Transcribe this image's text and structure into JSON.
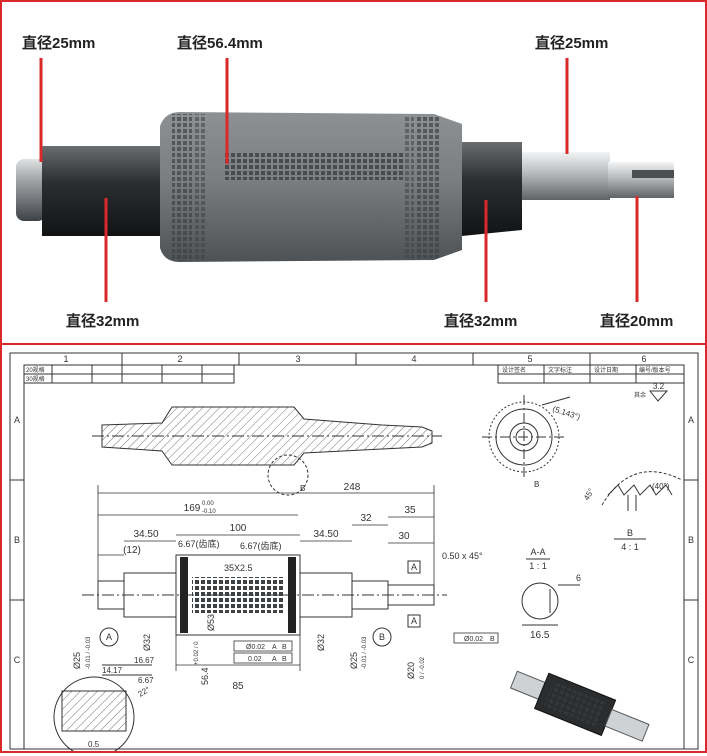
{
  "colors": {
    "border": "#d9292b",
    "pointer": "#d9292b",
    "label": "#222222",
    "line": "#333333"
  },
  "callouts": {
    "top_left": "直径25mm",
    "top_center": "直径56.4mm",
    "top_right": "直径25mm",
    "bottom_left": "直径32mm",
    "bottom_center": "直径32mm",
    "bottom_right": "直径20mm"
  },
  "drawing": {
    "grid_cols": [
      "1",
      "2",
      "3",
      "4",
      "5",
      "6"
    ],
    "grid_rows": [
      "A",
      "B",
      "C"
    ],
    "title_rows": [
      "20规格",
      "30规格"
    ],
    "title_cells": [
      "设计签名",
      "文字标注",
      "设计日期",
      "编号/版本号"
    ],
    "surface_finish": "3.2",
    "dims": {
      "overall_length": "248",
      "len_169": "169",
      "tol_169_upper": "0.00",
      "tol_169_lower": "-0.10",
      "len_100": "100",
      "len_34_50_left": "34.50",
      "len_34_50_right": "34.50",
      "len_32": "32",
      "len_35": "35",
      "len_30": "30",
      "len_12": "(12)",
      "root_left": "6.67(齿底)",
      "root_right": "6.67(齿底)",
      "pitch": "35X2.5",
      "chamfer": "0.50 x 45°",
      "dia_25_left": "Ø25",
      "dia_25_left_tol": "-0.01 / -0.03",
      "dia_32_left": "Ø32",
      "dia_53": "Ø53",
      "dia_56_4": "56.4",
      "dia_56_4_tol": "+0.02 / 0",
      "dia_32_right": "Ø32",
      "dia_25_right": "Ø25",
      "dia_25_right_tol": "-0.01 / -0.03",
      "dia_20": "Ø20",
      "dia_20_tol": "0 / -0.02",
      "len_85": "85",
      "gt_runout": "Ø0.02",
      "gt_circular": "0.02",
      "gt_ref": "A",
      "gt_ref2": "B",
      "gt_right": "Ø0.02",
      "detail_14_17": "14.17",
      "detail_16_67": "16.67",
      "detail_6_67": "6.67",
      "detail_22": "22°",
      "detail_0_5": "0.5",
      "section_6": "6",
      "section_16_5": "16.5",
      "angle_5_143": "(5.143°)",
      "angle_40": "(40°)",
      "angle_45": "45°"
    },
    "labels": {
      "datum_a": "A",
      "datum_b": "B",
      "section_title": "A-A",
      "section_scale": "1 : 1",
      "detail_title": "B",
      "detail_scale": "4 : 1",
      "section_marker": "A",
      "detail_marker": "B",
      "note_small": "其余"
    }
  }
}
